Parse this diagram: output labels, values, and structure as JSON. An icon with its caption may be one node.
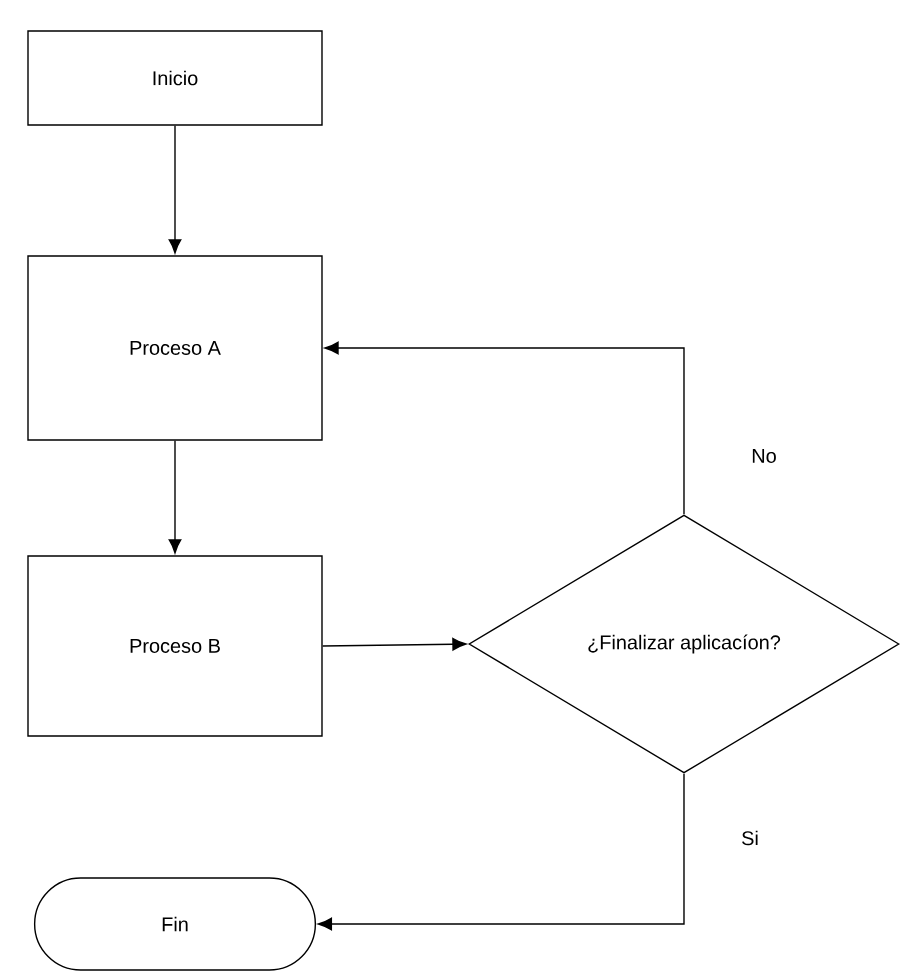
{
  "diagram": {
    "nodes": [
      {
        "text": [
          "Inicio"
        ]
      },
      {
        "text": [
          "Proceso A"
        ]
      },
      {
        "text": [
          "Proceso B"
        ]
      },
      {
        "text": [
          "¿Finalizar aplicacíon?"
        ]
      },
      {
        "text": [
          "Fin"
        ]
      }
    ],
    "edges": [
      {
        "from": 0,
        "to": 1,
        "arrow": "to"
      },
      {
        "from": 1,
        "to": 2,
        "arrow": "to"
      },
      {
        "from": 2,
        "to": 3,
        "arrow": "to"
      },
      {
        "from": 3,
        "to": 1,
        "arrow": "to",
        "label": "No"
      },
      {
        "from": 3,
        "to": 4,
        "arrow": "to",
        "label": "Si"
      }
    ]
  }
}
